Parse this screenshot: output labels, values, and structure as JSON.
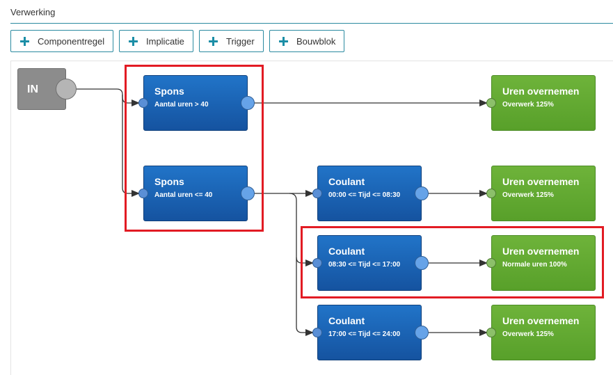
{
  "section": {
    "title": "Verwerking"
  },
  "toolbar": {
    "buttons": [
      {
        "label": "Componentregel"
      },
      {
        "label": "Implicatie"
      },
      {
        "label": "Trigger"
      },
      {
        "label": "Bouwblok"
      }
    ]
  },
  "diagram": {
    "in_node": {
      "title": "IN"
    },
    "spons_1": {
      "title": "Spons",
      "condition": "Aantal uren > 40"
    },
    "spons_2": {
      "title": "Spons",
      "condition": "Aantal uren <= 40"
    },
    "coulant_1": {
      "title": "Coulant",
      "condition": "00:00 <= Tijd <= 08:30"
    },
    "coulant_2": {
      "title": "Coulant",
      "condition": "08:30 <= Tijd <= 17:00"
    },
    "coulant_3": {
      "title": "Coulant",
      "condition": "17:00 <= Tijd <= 24:00"
    },
    "uren_1": {
      "title": "Uren overnemen",
      "detail": "Overwerk 125%"
    },
    "uren_2": {
      "title": "Uren overnemen",
      "detail": "Overwerk 125%"
    },
    "uren_3": {
      "title": "Uren overnemen",
      "detail": "Normale uren 100%"
    },
    "uren_4": {
      "title": "Uren overnemen",
      "detail": "Overwerk 125%"
    },
    "connection_color": "#333333",
    "highlight_color": "#e21b23"
  }
}
